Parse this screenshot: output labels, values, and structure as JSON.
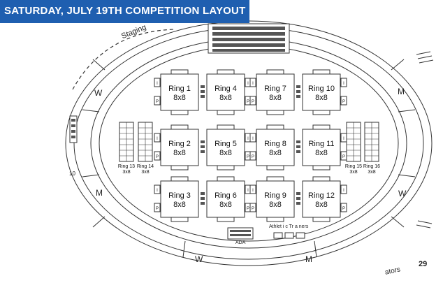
{
  "header": {
    "title": "SATURDAY, JULY 19TH COMPETITION LAYOUT"
  },
  "colors": {
    "header_bg": "#1f5fb0",
    "header_text": "#ffffff",
    "line": "#333333"
  },
  "rings_large": [
    {
      "name": "Ring 1",
      "size": "8x8"
    },
    {
      "name": "Ring 4",
      "size": "8x8"
    },
    {
      "name": "Ring 7",
      "size": "8x8"
    },
    {
      "name": "Ring 10",
      "size": "8x8"
    },
    {
      "name": "Ring 2",
      "size": "8x8"
    },
    {
      "name": "Ring 5",
      "size": "8x8"
    },
    {
      "name": "Ring 8",
      "size": "8x8"
    },
    {
      "name": "Ring 11",
      "size": "8x8"
    },
    {
      "name": "Ring 3",
      "size": "8x8"
    },
    {
      "name": "Ring 6",
      "size": "8x8"
    },
    {
      "name": "Ring 9",
      "size": "8x8"
    },
    {
      "name": "Ring 12",
      "size": "8x8"
    }
  ],
  "rings_small": [
    {
      "name": "Ring 13",
      "size": "3x8"
    },
    {
      "name": "Ring 14",
      "size": "3x8"
    },
    {
      "name": "Ring 15",
      "size": "3x8"
    },
    {
      "name": "Ring 16",
      "size": "3x8"
    }
  ],
  "ring_marker_letters": {
    "i": "I",
    "p": "P"
  },
  "labels": {
    "staging": "Staging",
    "w_upper_left": "W",
    "m_upper_right": "M",
    "m_lower_left": "M",
    "w_lower_right": "W",
    "w_bottom_left": "W",
    "m_bottom_right": "M",
    "ada": "ADA",
    "athletic_trainers": "Athlet i c Tr a ners",
    "left_edge_number": "10",
    "bottom_partial": "ators",
    "page_number": "29"
  }
}
